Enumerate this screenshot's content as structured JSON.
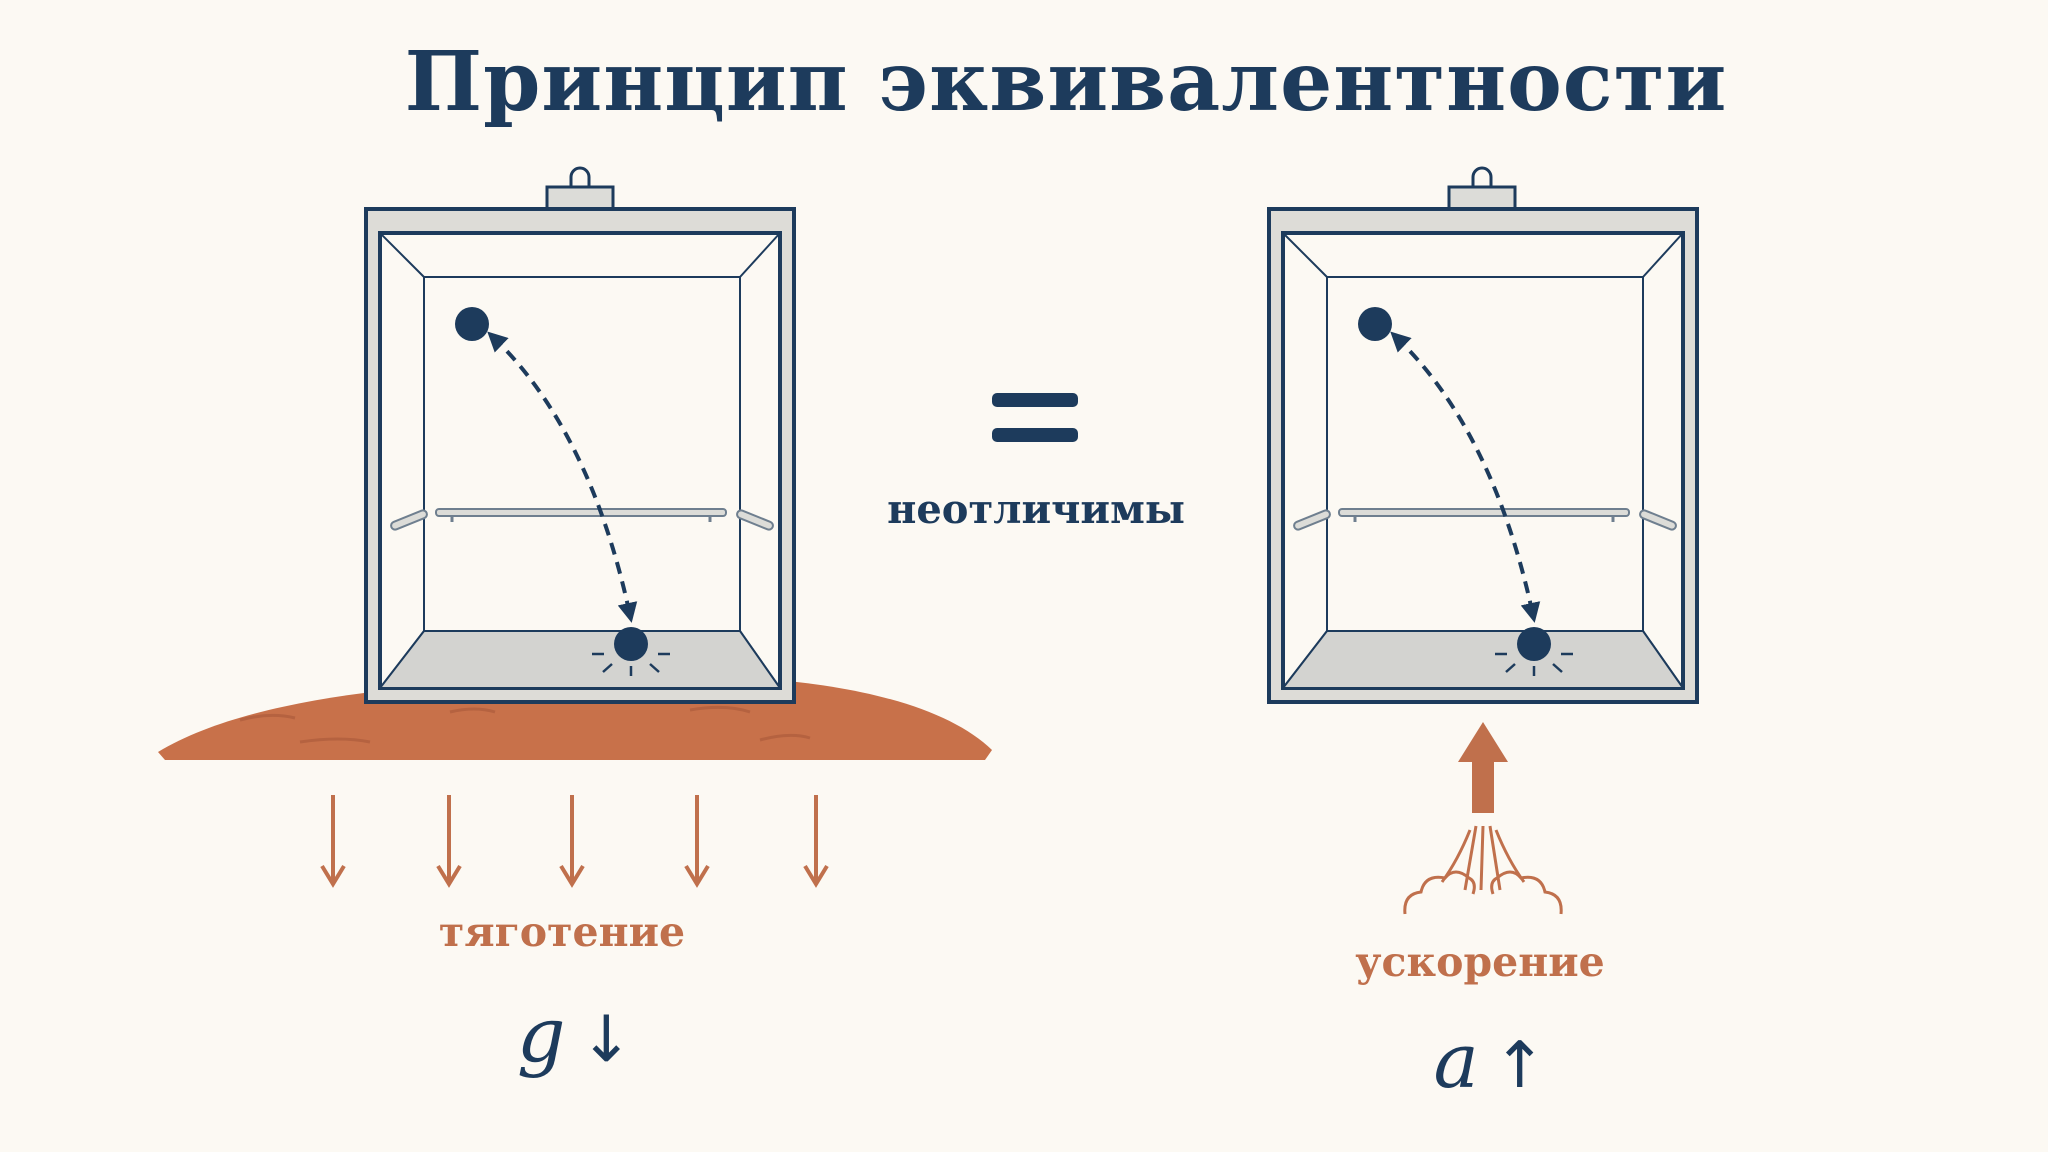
{
  "title": "Принцип эквивалентности",
  "middle": {
    "equals": "=",
    "caption": "неотличимы"
  },
  "left_panel": {
    "caption": "тяготение",
    "symbol": "g",
    "arrow": "↓"
  },
  "right_panel": {
    "caption": "ускорение",
    "symbol": "a",
    "arrow": "↑"
  },
  "colors": {
    "navy": "#1d3b5c",
    "terracotta": "#c0704c",
    "ground": "#c8714a",
    "floor": "#d3d3d0",
    "background": "#fcf9f3"
  }
}
